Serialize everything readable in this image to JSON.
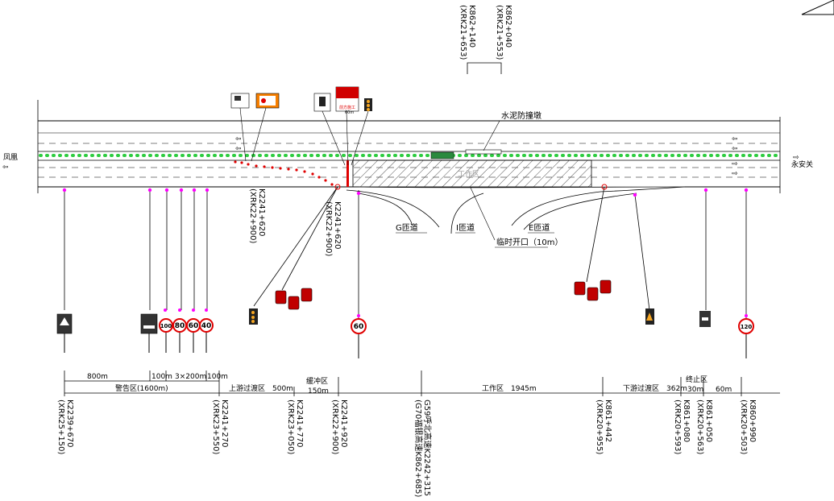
{
  "top_labels": {
    "k862_140": "K862+140",
    "xrk21_653": "(XRK21+653)",
    "k862_040": "K862+040",
    "xrk21_553": "(XRK21+553)"
  },
  "directions": {
    "left": "凤凰",
    "right": "永安关"
  },
  "road_labels": {
    "barrier": "水泥防撞墩",
    "work_area": "工作区",
    "ramp_g": "G匝道",
    "ramp_i": "I匝道",
    "ramp_e": "E匝道",
    "temp_opening": "临时开口（10m）"
  },
  "chainage_mid": [
    {
      "k": "K2241+620",
      "x": "(XRK22+900)"
    },
    {
      "k": "K2241+620",
      "x": "(XRK22+900)"
    }
  ],
  "speed_signs": [
    "100",
    "80",
    "60",
    "40",
    "60",
    "120"
  ],
  "sign_board_text": {
    "small": "前方施工",
    "dist": "60m"
  },
  "zones": {
    "warning_segments": [
      "800m",
      "100m",
      "3×200m",
      "100m"
    ],
    "warning_total": "警告区(1600m)",
    "upstream": "上游过渡区　500m",
    "buffer": "缓冲区",
    "buffer_len": "150m",
    "work": "工作区　1945m",
    "downstream": "下游过渡区　362m",
    "termination": "终止区",
    "termination_len": "30m",
    "end_len": "60m"
  },
  "bottom_labels": [
    {
      "k": "K2239+670",
      "x": "(XRK25+150)"
    },
    {
      "k": "K2241+270",
      "x": "(XRK23+550)"
    },
    {
      "k": "K2241+770",
      "x": "(XRK23+050)"
    },
    {
      "k": "K2241+920",
      "x": "(XRK22+900)"
    },
    {
      "k": "G59呼北高速K2242+315",
      "x": "(G70福银高速K862+685)"
    },
    {
      "k": "K861+442",
      "x": "(XRK20+955)"
    },
    {
      "k": "K861+080",
      "x": "(XRK20+593)"
    },
    {
      "k": "K861+050",
      "x": "(XRK20+563)"
    },
    {
      "k": "K860+990",
      "x": "(XRK20+503)"
    }
  ],
  "colors": {
    "line": "#000000",
    "green": "#2ecc40",
    "red": "#e00000",
    "magenta": "#ff00ff",
    "hatch": "#555555"
  }
}
